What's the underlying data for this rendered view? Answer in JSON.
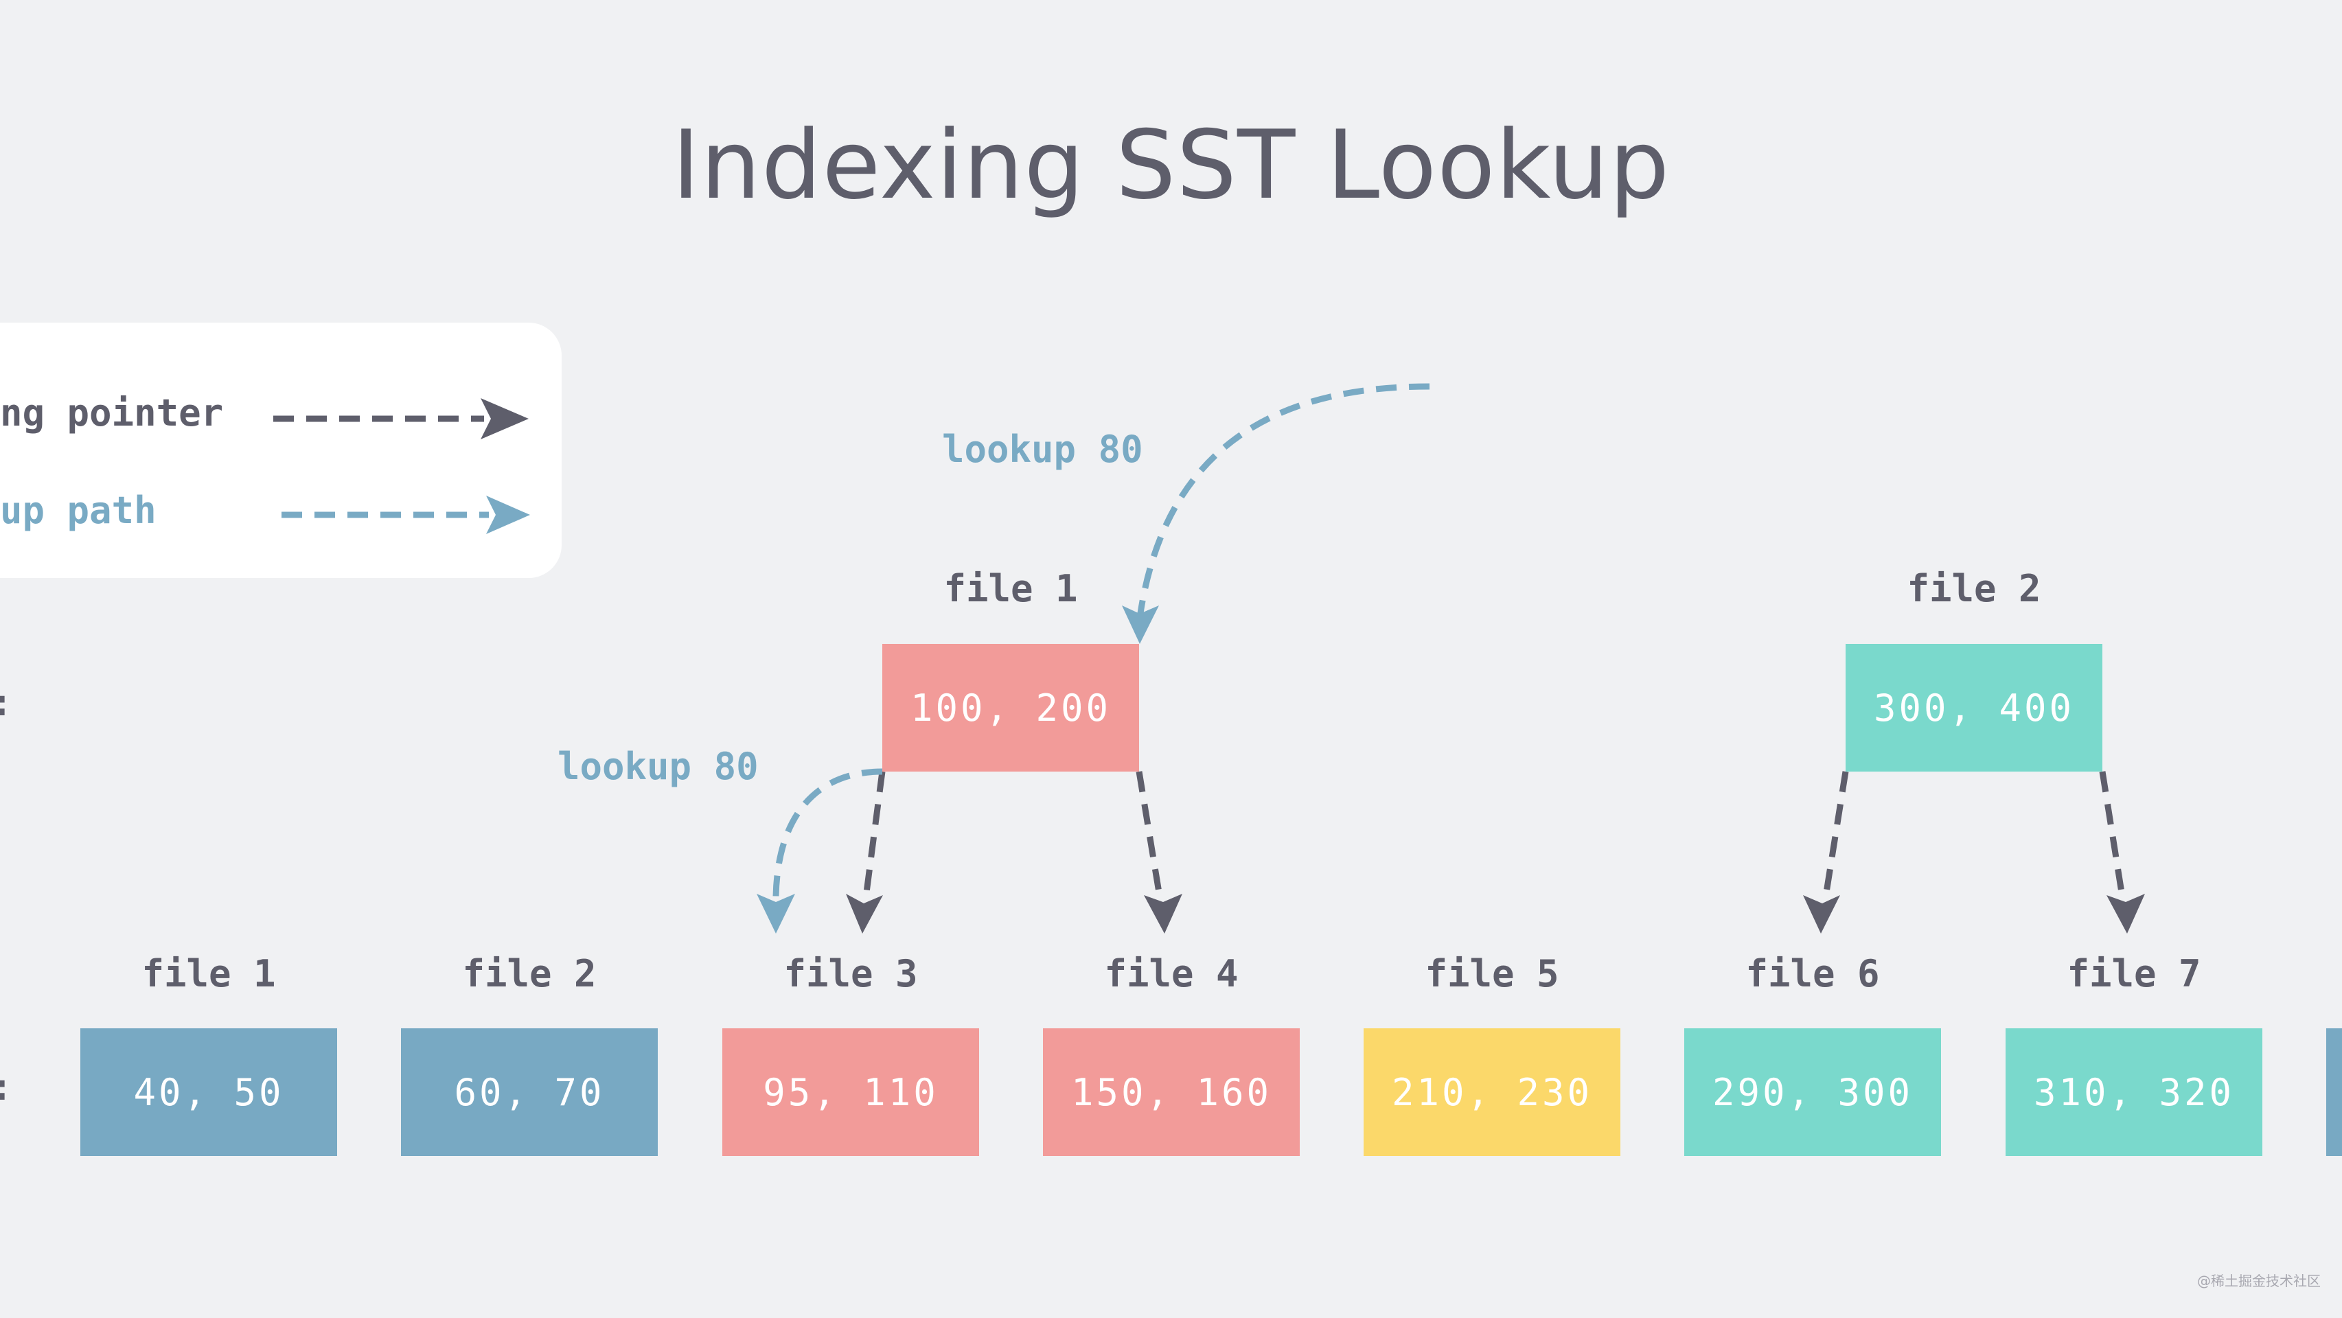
{
  "title": "Indexing SST Lookup",
  "legend": {
    "pointer_label": "ng pointer",
    "path_label": "up path"
  },
  "upper_level": {
    "files": [
      {
        "name": "file 1",
        "range": "100, 200",
        "color": "#f29b99"
      },
      {
        "name": "file 2",
        "range": "300, 400",
        "color": "#7ad9cc"
      }
    ]
  },
  "lower_level": {
    "files": [
      {
        "name": "file 1",
        "range": "40, 50",
        "color": "#78a9c3"
      },
      {
        "name": "file 2",
        "range": "60, 70",
        "color": "#78a9c3"
      },
      {
        "name": "file 3",
        "range": "95, 110",
        "color": "#f29b99"
      },
      {
        "name": "file 4",
        "range": "150, 160",
        "color": "#f29b99"
      },
      {
        "name": "file 5",
        "range": "210, 230",
        "color": "#fbd86a"
      },
      {
        "name": "file 6",
        "range": "290, 300",
        "color": "#7ad9cc"
      },
      {
        "name": "file 7",
        "range": "310, 320",
        "color": "#7ad9cc"
      }
    ]
  },
  "lookup_labels": {
    "top": "lookup 80",
    "mid": "lookup 80"
  },
  "level_marker": ":",
  "watermark": "@稀土掘金技术社区",
  "colors": {
    "pointer": "#5e5e6b",
    "path": "#79aac4"
  }
}
